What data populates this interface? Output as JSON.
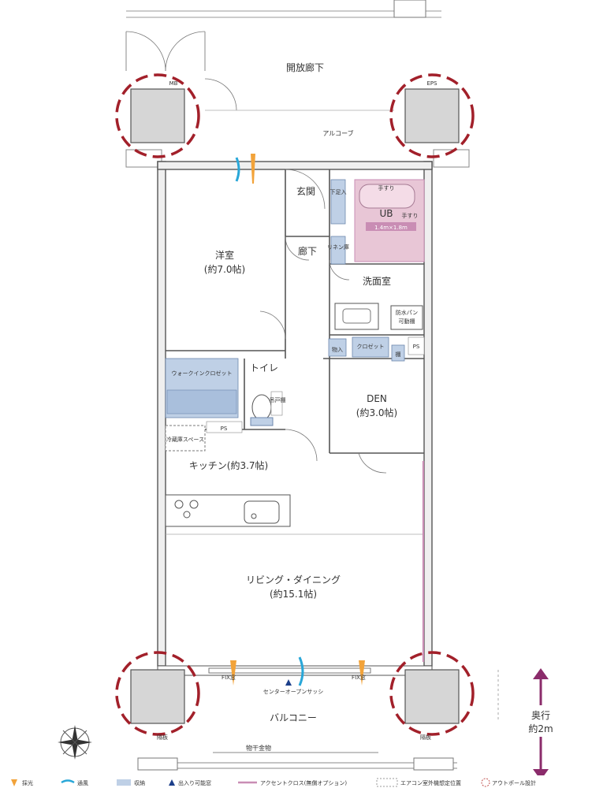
{
  "header": {
    "corridor": "開放廊下",
    "alcove": "アルコーブ"
  },
  "pillars": {
    "mb": "MB",
    "eps": "EPS"
  },
  "rooms": {
    "western": "洋室",
    "western_size": "(約7.0帖)",
    "entrance": "玄関",
    "shoes": "下足入",
    "bath": "UB",
    "bath_size": "1.4m×1.8m",
    "handrail": "手すり",
    "hallway": "廊下",
    "linen": "リネン庫",
    "washroom": "洗面室",
    "waterproof": "防水パン",
    "movable_shelf": "可動棚",
    "closet": "ウォークインクロゼット",
    "toilet": "トイレ",
    "hanging_shelf": "吊戸棚",
    "storage_in": "物入",
    "closet_small": "クロゼット",
    "shelf": "棚",
    "ps": "PS",
    "den": "DEN",
    "den_size": "(約3.0帖)",
    "fridge": "冷蔵庫スペース",
    "kitchen": "キッチン(約3.7帖)",
    "living": "リビング・ダイニング",
    "living_size": "(約15.1帖)",
    "balcony": "バルコニー",
    "partition": "隔板",
    "drying": "物干金物",
    "fix_window": "FIX窓",
    "sash": "センターオープンサッシ"
  },
  "depth": {
    "label1": "奥行",
    "label2": "約2m"
  },
  "legend": [
    {
      "label": "採光",
      "color": "#f2a33a"
    },
    {
      "label": "通風",
      "color": "#29a7d8"
    },
    {
      "label": "収納",
      "color": "#bfd0e6"
    },
    {
      "label": "出入り可能窓",
      "color": "#1c3f8a"
    },
    {
      "label": "アクセントクロス(無償オプション)",
      "color": "#c98db4"
    },
    {
      "label": "エアコン室外機想定位置",
      "color": "#999999"
    },
    {
      "label": "アウトポール設計",
      "color": "#c0504d"
    }
  ],
  "colors": {
    "bath": "#e8c6d6",
    "bath_border": "#c98db4",
    "accent": "#c98db4",
    "ring": "#a2202a"
  }
}
